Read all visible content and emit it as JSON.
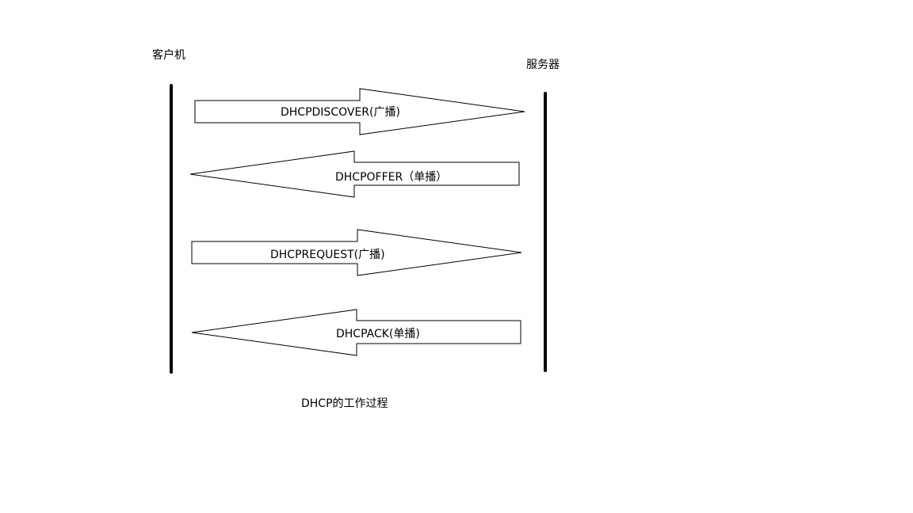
{
  "participants": {
    "client": "客户机",
    "server": "服务器"
  },
  "messages": [
    {
      "label": "DHCPDISCOVER(广播)",
      "direction": "client-to-server"
    },
    {
      "label": "DHCPOFFER（单播）",
      "direction": "server-to-client"
    },
    {
      "label": "DHCPREQUEST(广播)",
      "direction": "client-to-server"
    },
    {
      "label": "DHCPACK(单播)",
      "direction": "server-to-client"
    }
  ],
  "caption": "DHCP的工作过程"
}
